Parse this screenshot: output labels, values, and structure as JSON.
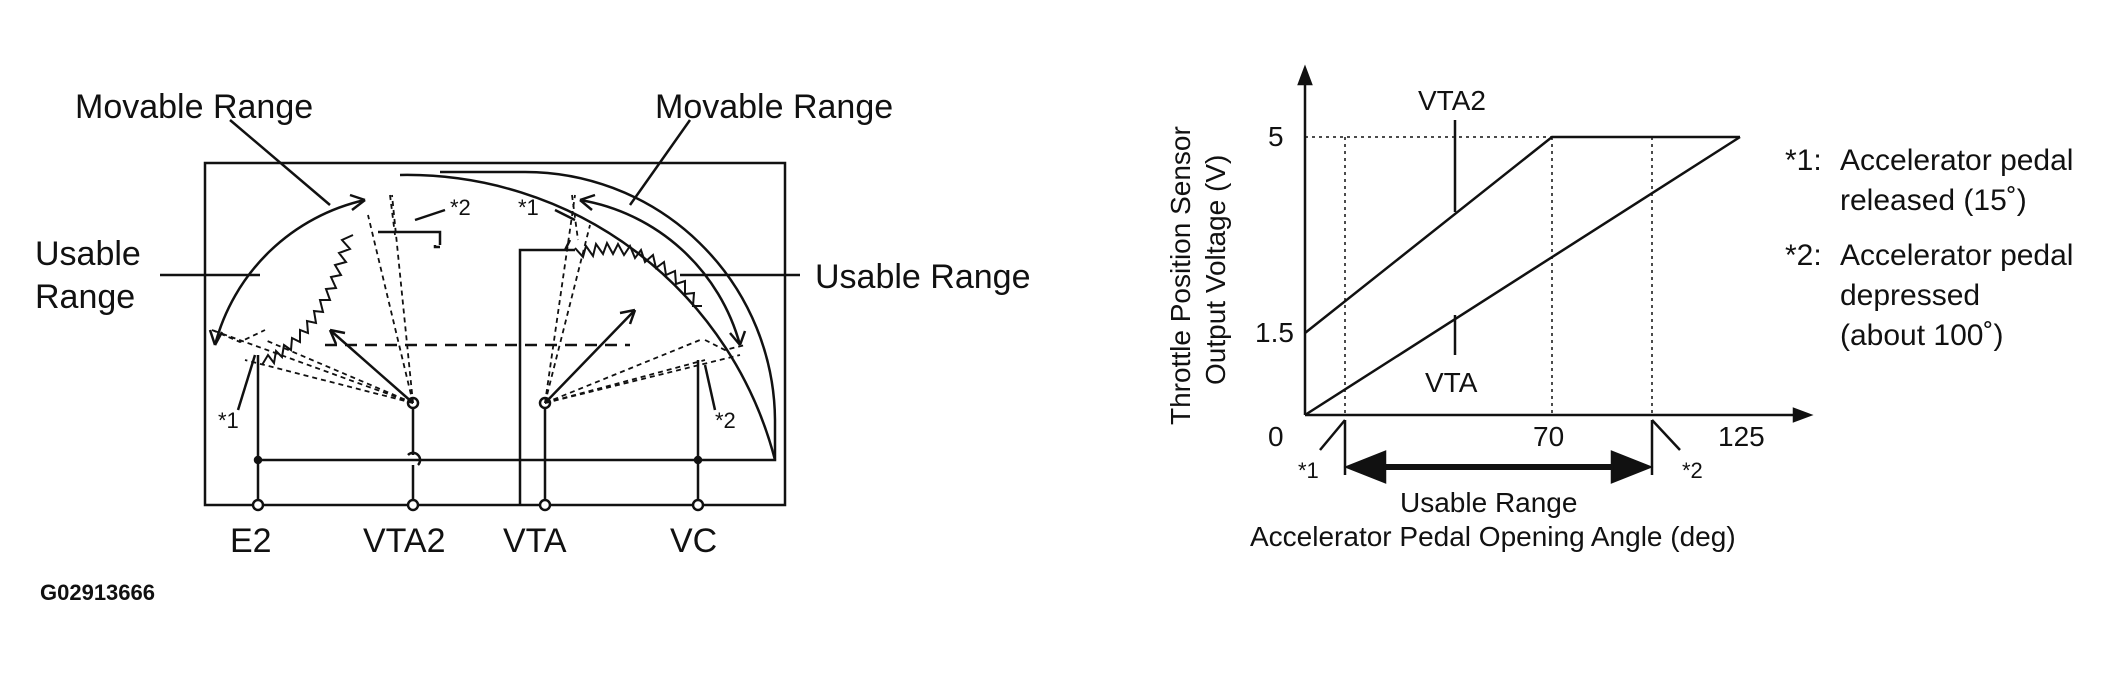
{
  "circuit": {
    "movable_range_left": "Movable Range",
    "movable_range_right": "Movable Range",
    "usable_range_left_line1": "Usable",
    "usable_range_left_line2": "Range",
    "usable_range_right": "Usable Range",
    "marker_1": "*1",
    "marker_2": "*2",
    "terminals": [
      "E2",
      "VTA2",
      "VTA",
      "VC"
    ]
  },
  "graph": {
    "ylabel_line1": "Throttle Position Sensor",
    "ylabel_line2": "Output Voltage (V)",
    "ylabel_ticks": [
      "5",
      "1.5",
      "0"
    ],
    "xlabel_ticks": [
      "70",
      "125"
    ],
    "curve_vta2": "VTA2",
    "curve_vta": "VTA",
    "marker_1": "*1",
    "marker_2": "*2",
    "usable_range": "Usable Range",
    "xlabel": "Accelerator Pedal Opening Angle (deg)"
  },
  "notes": [
    {
      "mark": "*1:",
      "line1": "Accelerator pedal",
      "line2": "released (15˚)",
      "line3": ""
    },
    {
      "mark": "*2:",
      "line1": "Accelerator pedal",
      "line2": "depressed",
      "line3": "(about 100˚)"
    }
  ],
  "figure_code": "G02913666"
}
